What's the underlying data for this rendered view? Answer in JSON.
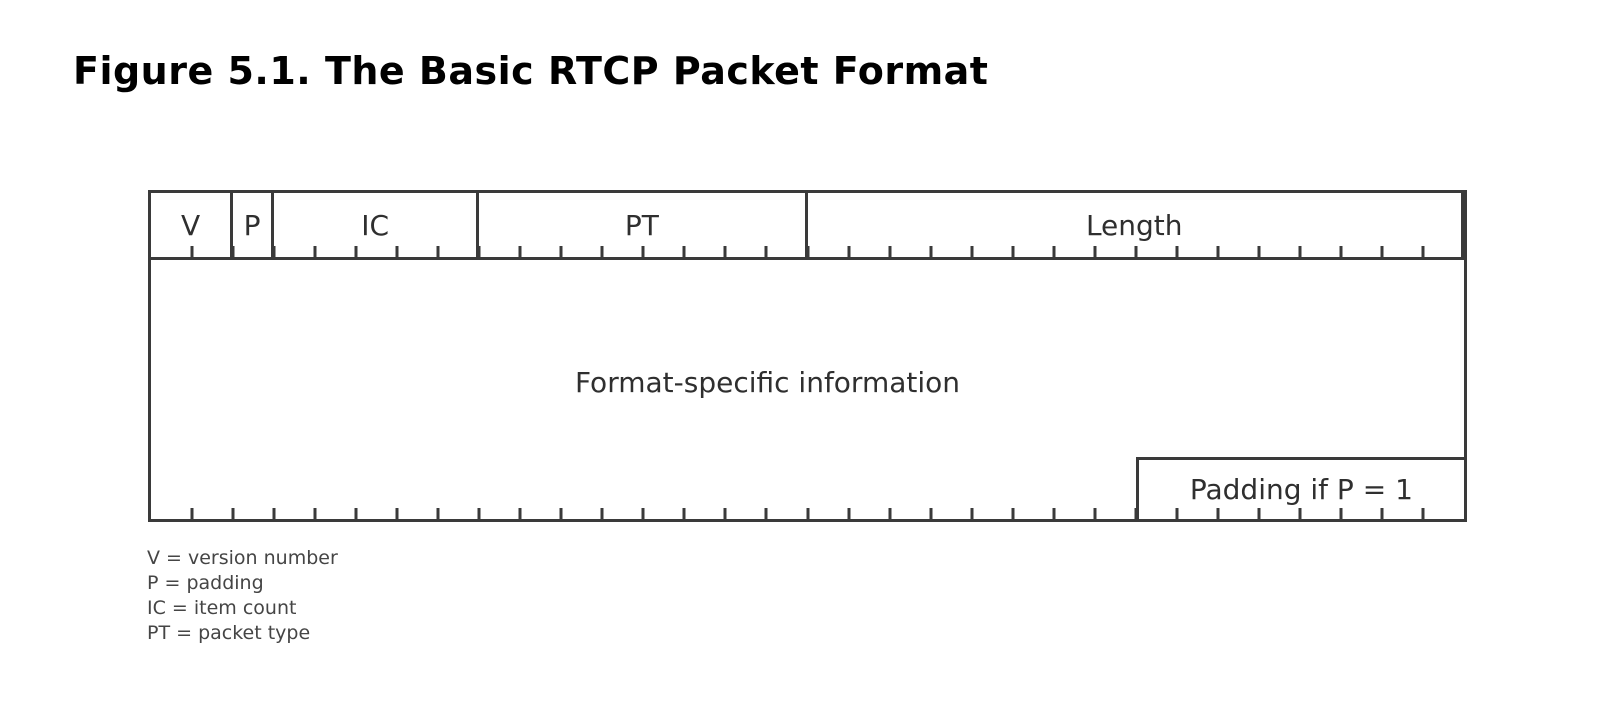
{
  "title": "Figure 5.1. The Basic RTCP Packet Format",
  "diagram": {
    "line_color": "#3a3a3a",
    "total_bits": 32,
    "header_fields": [
      {
        "label": "V",
        "bits": 2
      },
      {
        "label": "P",
        "bits": 1
      },
      {
        "label": "IC",
        "bits": 5
      },
      {
        "label": "PT",
        "bits": 8
      },
      {
        "label": "Length",
        "bits": 16
      }
    ],
    "body_label": "Format-specific information",
    "padding": {
      "label": "Padding if P = 1",
      "bits": 8
    }
  },
  "legend": {
    "lines": [
      "V = version number",
      "P = padding",
      "IC = item count",
      "PT = packet type"
    ]
  }
}
